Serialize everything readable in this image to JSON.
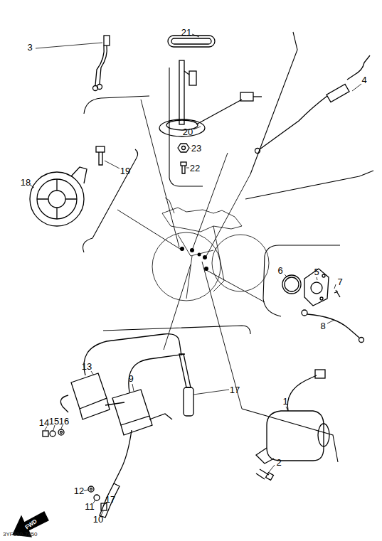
{
  "diagram": {
    "labels": [
      "21",
      "3",
      "20",
      "4",
      "23",
      "22",
      "19",
      "18",
      "6",
      "5",
      "7",
      "8",
      "13",
      "9",
      "17",
      "1",
      "14",
      "15",
      "16",
      "2",
      "12",
      "11",
      "10",
      "17",
      "FWD",
      "3YF810-7450"
    ]
  }
}
